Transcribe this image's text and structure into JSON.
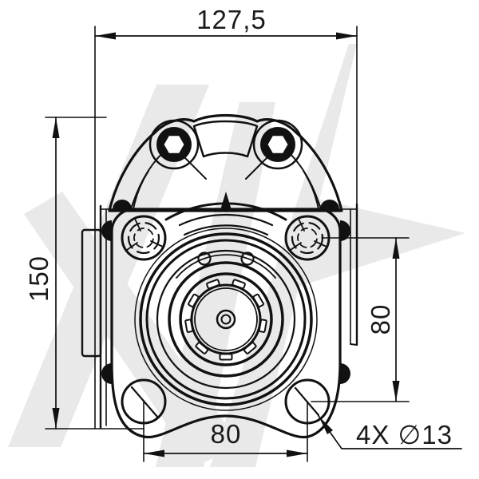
{
  "drawing": {
    "view": "front view technical drawing",
    "dimensions": {
      "width_top": {
        "label": "127,5",
        "unit_hint": "mm"
      },
      "height_left": {
        "label": "150",
        "unit_hint": "mm"
      },
      "hole_spacing_right": {
        "label": "80",
        "unit_hint": "mm"
      },
      "hole_spacing_bottom": {
        "label": "80",
        "unit_hint": "mm"
      },
      "hole_callout": {
        "label": "4X ∅13",
        "unit_hint": "mm"
      }
    },
    "colors": {
      "line": "#111111",
      "dimension_text": "#1a1a1a",
      "watermark": "#e9e9e9",
      "background": "#ffffff"
    }
  }
}
